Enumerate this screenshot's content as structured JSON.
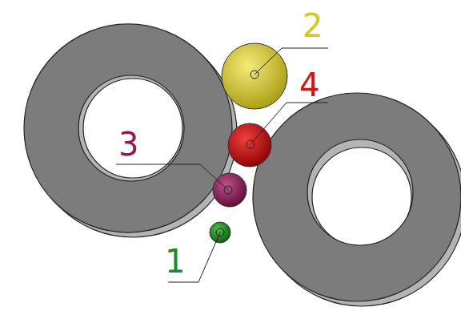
{
  "diagram": {
    "labels": [
      "2",
      "4",
      "3",
      "1"
    ]
  }
}
